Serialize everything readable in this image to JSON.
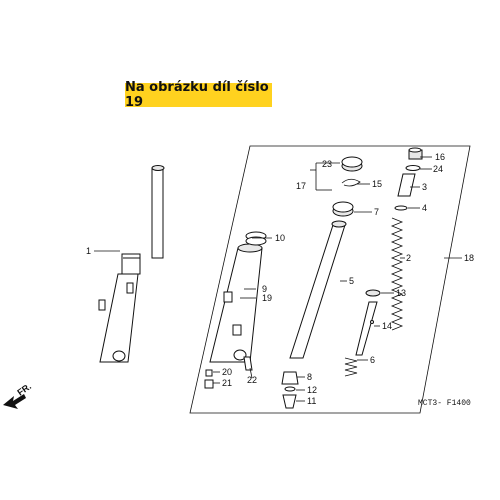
{
  "banner": {
    "text": "Na obrázku díl číslo 19"
  },
  "callouts": {
    "c1": "1",
    "c2": "2",
    "c3": "3",
    "c4": "4",
    "c5": "5",
    "c6": "6",
    "c7": "7",
    "c8": "8",
    "c9": "9",
    "c10": "10",
    "c11": "11",
    "c12": "12",
    "c13": "13",
    "c14": "14",
    "c15": "15",
    "c16": "16",
    "c17": "17",
    "c18": "18",
    "c19": "19",
    "c20": "20",
    "c21": "21",
    "c22": "22",
    "c23": "23",
    "c24": "24"
  },
  "direction_label": "FR.",
  "diagram_code": "MCT3- F1400"
}
